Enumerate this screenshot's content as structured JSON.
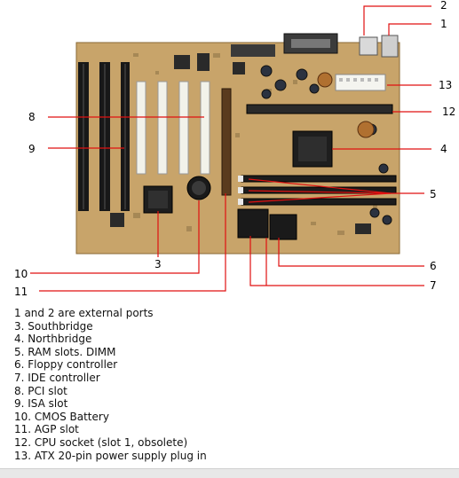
{
  "callouts": [
    "1",
    "2",
    "3",
    "4",
    "5",
    "6",
    "7",
    "8",
    "9",
    "10",
    "11",
    "12",
    "13"
  ],
  "legend": [
    "1 and 2 are external ports",
    "3. Southbridge",
    "4. Northbridge",
    "5. RAM slots. DIMM",
    "6. Floppy controller",
    "7. IDE controller",
    "8. PCI slot",
    "9. ISA slot",
    "10. CMOS Battery",
    "11. AGP slot",
    "12. CPU socket (slot 1, obsolete)",
    "13. ATX 20-pin power supply plug in"
  ],
  "colors": {
    "board": "#c8a46a",
    "callout_line": "#e01010",
    "label_line": "#222222"
  }
}
